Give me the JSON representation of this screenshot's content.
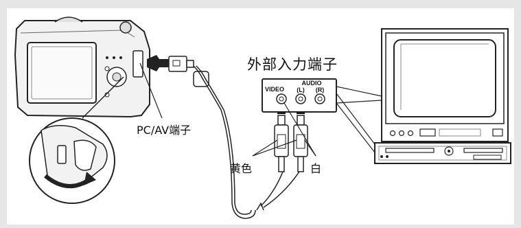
{
  "labels": {
    "external_input": "外部入力端子",
    "pc_av_terminal": "PC/AV端子",
    "video": "VIDEO",
    "audio": "AUDIO",
    "audio_left": "(L)",
    "audio_right": "(R)",
    "yellow": "黄色",
    "white": "白"
  }
}
